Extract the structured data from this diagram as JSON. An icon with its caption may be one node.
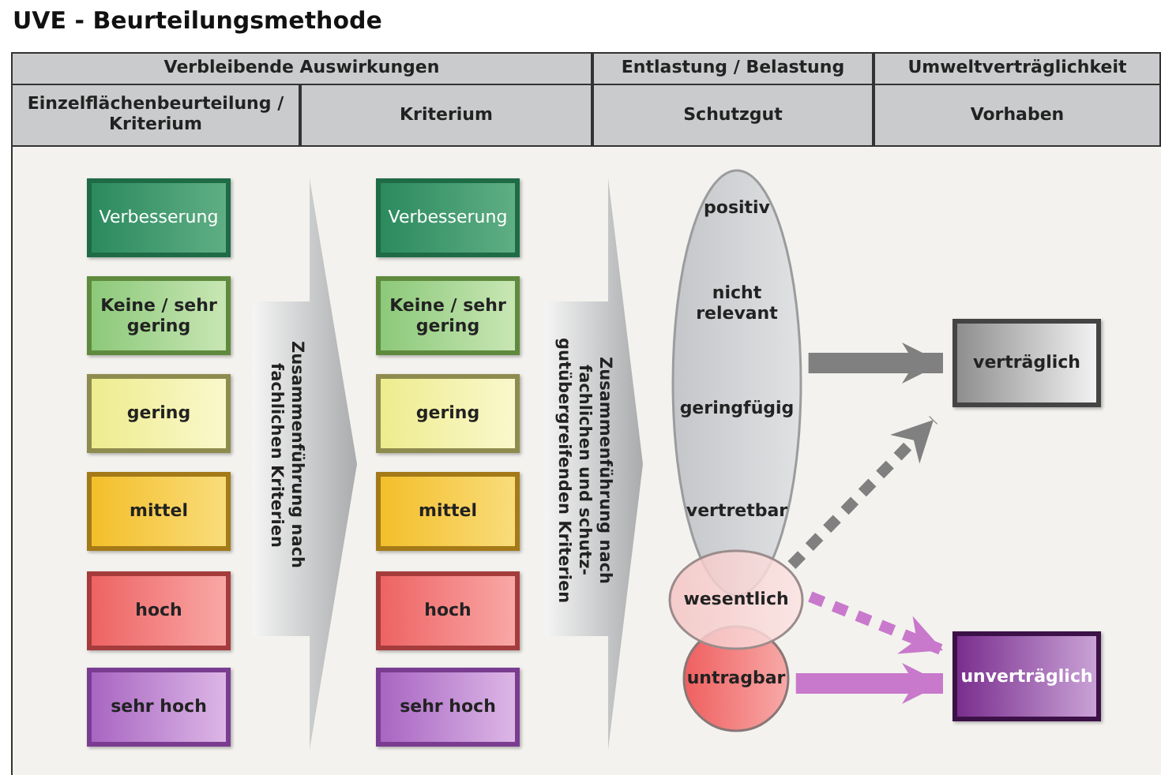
{
  "diagram": {
    "title": "UVE - Beurteilungsmethode",
    "nodes": [
      {
        "text": [
          "Verbesserung"
        ]
      },
      {
        "text": [
          "Keine / sehr gering"
        ]
      },
      {
        "text": [
          "gering"
        ]
      },
      {
        "text": [
          "mittel"
        ]
      },
      {
        "text": [
          "hoch"
        ]
      },
      {
        "text": [
          "sehr hoch"
        ]
      },
      {
        "text": [
          "Verbesserung"
        ]
      },
      {
        "text": [
          "Keine / sehr gering"
        ]
      },
      {
        "text": [
          "gering"
        ]
      },
      {
        "text": [
          "mittel"
        ]
      },
      {
        "text": [
          "hoch"
        ]
      },
      {
        "text": [
          "sehr hoch"
        ]
      },
      {
        "text": [
          "Zusammenführung nach fachlichen Kriterien"
        ]
      },
      {
        "text": [
          "Zusammenführung nach fachlichen und schutz-gutübergreifenden Kriterien"
        ]
      },
      {
        "text": [
          "positiv",
          "nicht relevant",
          "geringfügig",
          "vertretbar"
        ]
      },
      {
        "text": [
          "wesentlich"
        ]
      },
      {
        "text": [
          "untragbar"
        ]
      },
      {
        "text": [
          "verträglich"
        ]
      },
      {
        "text": [
          "unverträglich"
        ]
      }
    ],
    "edges": [
      {
        "from": 14,
        "to": 17,
        "arrow": "to",
        "style": "thick",
        "color": "#808080"
      },
      {
        "from": 15,
        "to": 17,
        "arrow": "to",
        "style": "dashed",
        "color": "#808080"
      },
      {
        "from": 15,
        "to": 18,
        "arrow": "to",
        "style": "dashed",
        "color": "#c879cc"
      },
      {
        "from": 16,
        "to": 18,
        "arrow": "to",
        "style": "thick",
        "color": "#c879cc"
      }
    ],
    "labels": [
      "Verbleibende Auswirkungen",
      "Entlastung / Belastung",
      "Umweltverträglichkeit",
      "Einzelflächenbeurteilung / Kriterium",
      "Kriterium",
      "Schutzgut",
      "Vorhaben"
    ]
  }
}
